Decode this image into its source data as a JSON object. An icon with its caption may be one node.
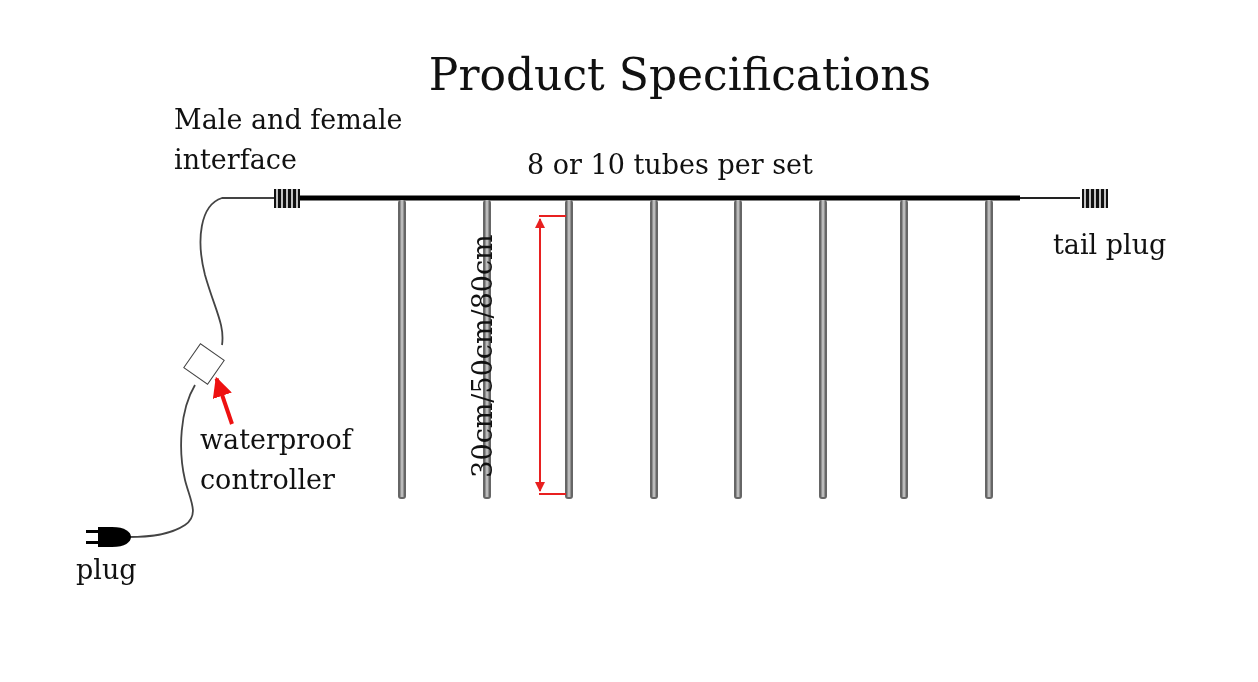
{
  "diagram": {
    "title": "Product Specifications",
    "nodes": [
      {
        "text": [
          "waterproof controller"
        ]
      },
      {
        "text": [],
        "shape": "box"
      }
    ],
    "edges": [
      {
        "from": 0,
        "to": 1,
        "arrow": "to",
        "color": "#ee1111"
      }
    ],
    "labels": [
      "Male and female interface",
      "8 or 10 tubes per set",
      "tail plug",
      "30cm/50cm/80cm",
      "plug"
    ]
  }
}
